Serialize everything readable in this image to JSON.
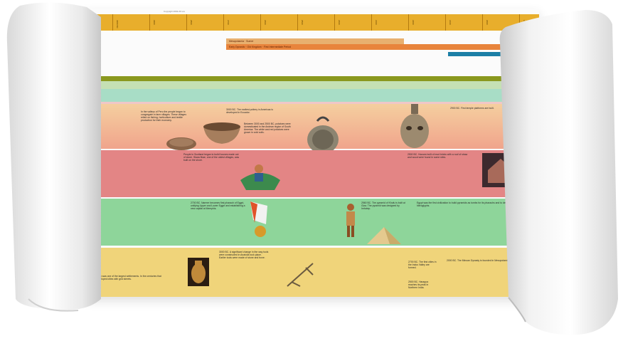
{
  "copyright": "Copyright 2002-20 xxx",
  "timeline": {
    "scale_color": "#e8ae2c",
    "ticks": [
      "3000 BC",
      "2900",
      "2800",
      "2700",
      "2600",
      "2500",
      "2400",
      "2300",
      "2200",
      "2100",
      "2000",
      "1900"
    ],
    "eras": [
      {
        "label": "Mesopotamia · Sumer",
        "color": "#e8b06f"
      },
      {
        "label": "Early Dynastic   ·   Old Kingdom   ·   First Intermediate Period",
        "color": "#e8843c"
      }
    ]
  },
  "bands": {
    "peach": {
      "color": "#f3b894",
      "texts": [
        "In the valleys of Peru the people began to congregate in farm villages. These villages relied on fishing, horticulture and textile production for their economy.",
        "3000 BC. The earliest pottery in Americas is developed in Ecuador.",
        "Between 3000 and 2500 BC, potatoes were domesticated in the Andean region of South America. The white and red potatoes were grown in cold soils.",
        "2900 BC. First temple platforms are built."
      ],
      "icons": [
        "grinding-stone-icon",
        "clay-bowl-icon",
        "ceramic-jar-icon",
        "stone-head-icon"
      ]
    },
    "red": {
      "color": "#e38585",
      "texts": [
        "People in Scotland began to build houses made out of stone. Skara Brae, one of the oldest villages, was built on the shore.",
        "2500 BC. Houses built of mud bricks with a roof of straw and wood were found in some sites."
      ],
      "icons": [
        "boat-icon",
        "hut-icon"
      ]
    },
    "green": {
      "color": "#8ed59a",
      "texts": [
        "2700 BC. Narmer becomes first pharaoh of Egypt, unifying Upper and Lower Egypt and establishing a new capital at Memphis.",
        "2560 BC. The pyramid of Khufu is built at Giza. The pyramid was designed by Imhotep.",
        "Egypt was the first civilization to build pyramids as tombs for its pharaohs and to develop a writing system with hieroglyphs."
      ],
      "icons": [
        "pharaoh-figure-icon",
        "figure-icon",
        "pyramid-icon"
      ]
    },
    "yellow": {
      "color": "#f0d47a",
      "texts": [
        "Indus civilization was one of the largest settlements. In the centuries that followed, it developed cities with grid streets.",
        "3000 BC. A significant change in the way tools were constructed in Anatolia took place. Earlier tools were made of stone and bone.",
        "2700 BC. The first cities in the Indus Valley are formed.",
        "2500 BC. Harappa reaches its peak in Northern India.",
        "2000 BC. The Minoan Dynasty is founded in Mesopotamia."
      ],
      "icons": [
        "amphora-icon",
        "plow-icon"
      ]
    }
  }
}
